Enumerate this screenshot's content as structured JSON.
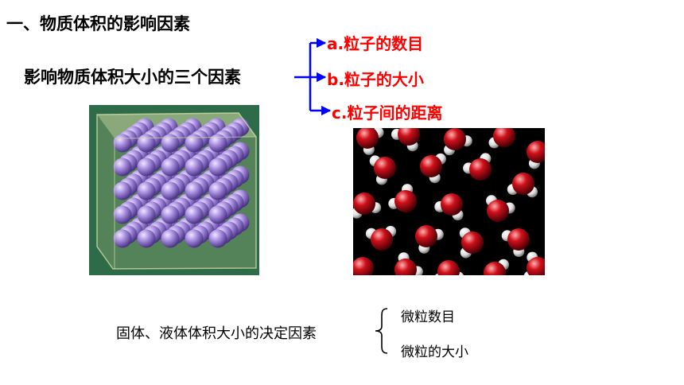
{
  "section_title": "一、物质体积的影响因素",
  "factors_heading": "影响物质体积大小的三个因素",
  "factors": [
    {
      "label": "a.粒子的数目"
    },
    {
      "label": "b.粒子的大小"
    },
    {
      "label": "c.粒子间的距离"
    }
  ],
  "decision": {
    "label": "固体、液体体积大小的决定因素",
    "items": [
      "微粒数目",
      "微粒的大小"
    ]
  },
  "colors": {
    "factor_text": "#ff0000",
    "arrow": "#0000ff",
    "cube_background": "#2e6b48",
    "sphere": "#a98ee0",
    "oxygen": "#d0101a",
    "hydrogen": "#f2f2f2",
    "water_background": "#000000"
  },
  "images": [
    {
      "name": "particle-cube-image",
      "depicts": "purple spheres packed in a translucent cube"
    },
    {
      "name": "water-molecules-image",
      "depicts": "red and white water molecule models on black"
    }
  ]
}
